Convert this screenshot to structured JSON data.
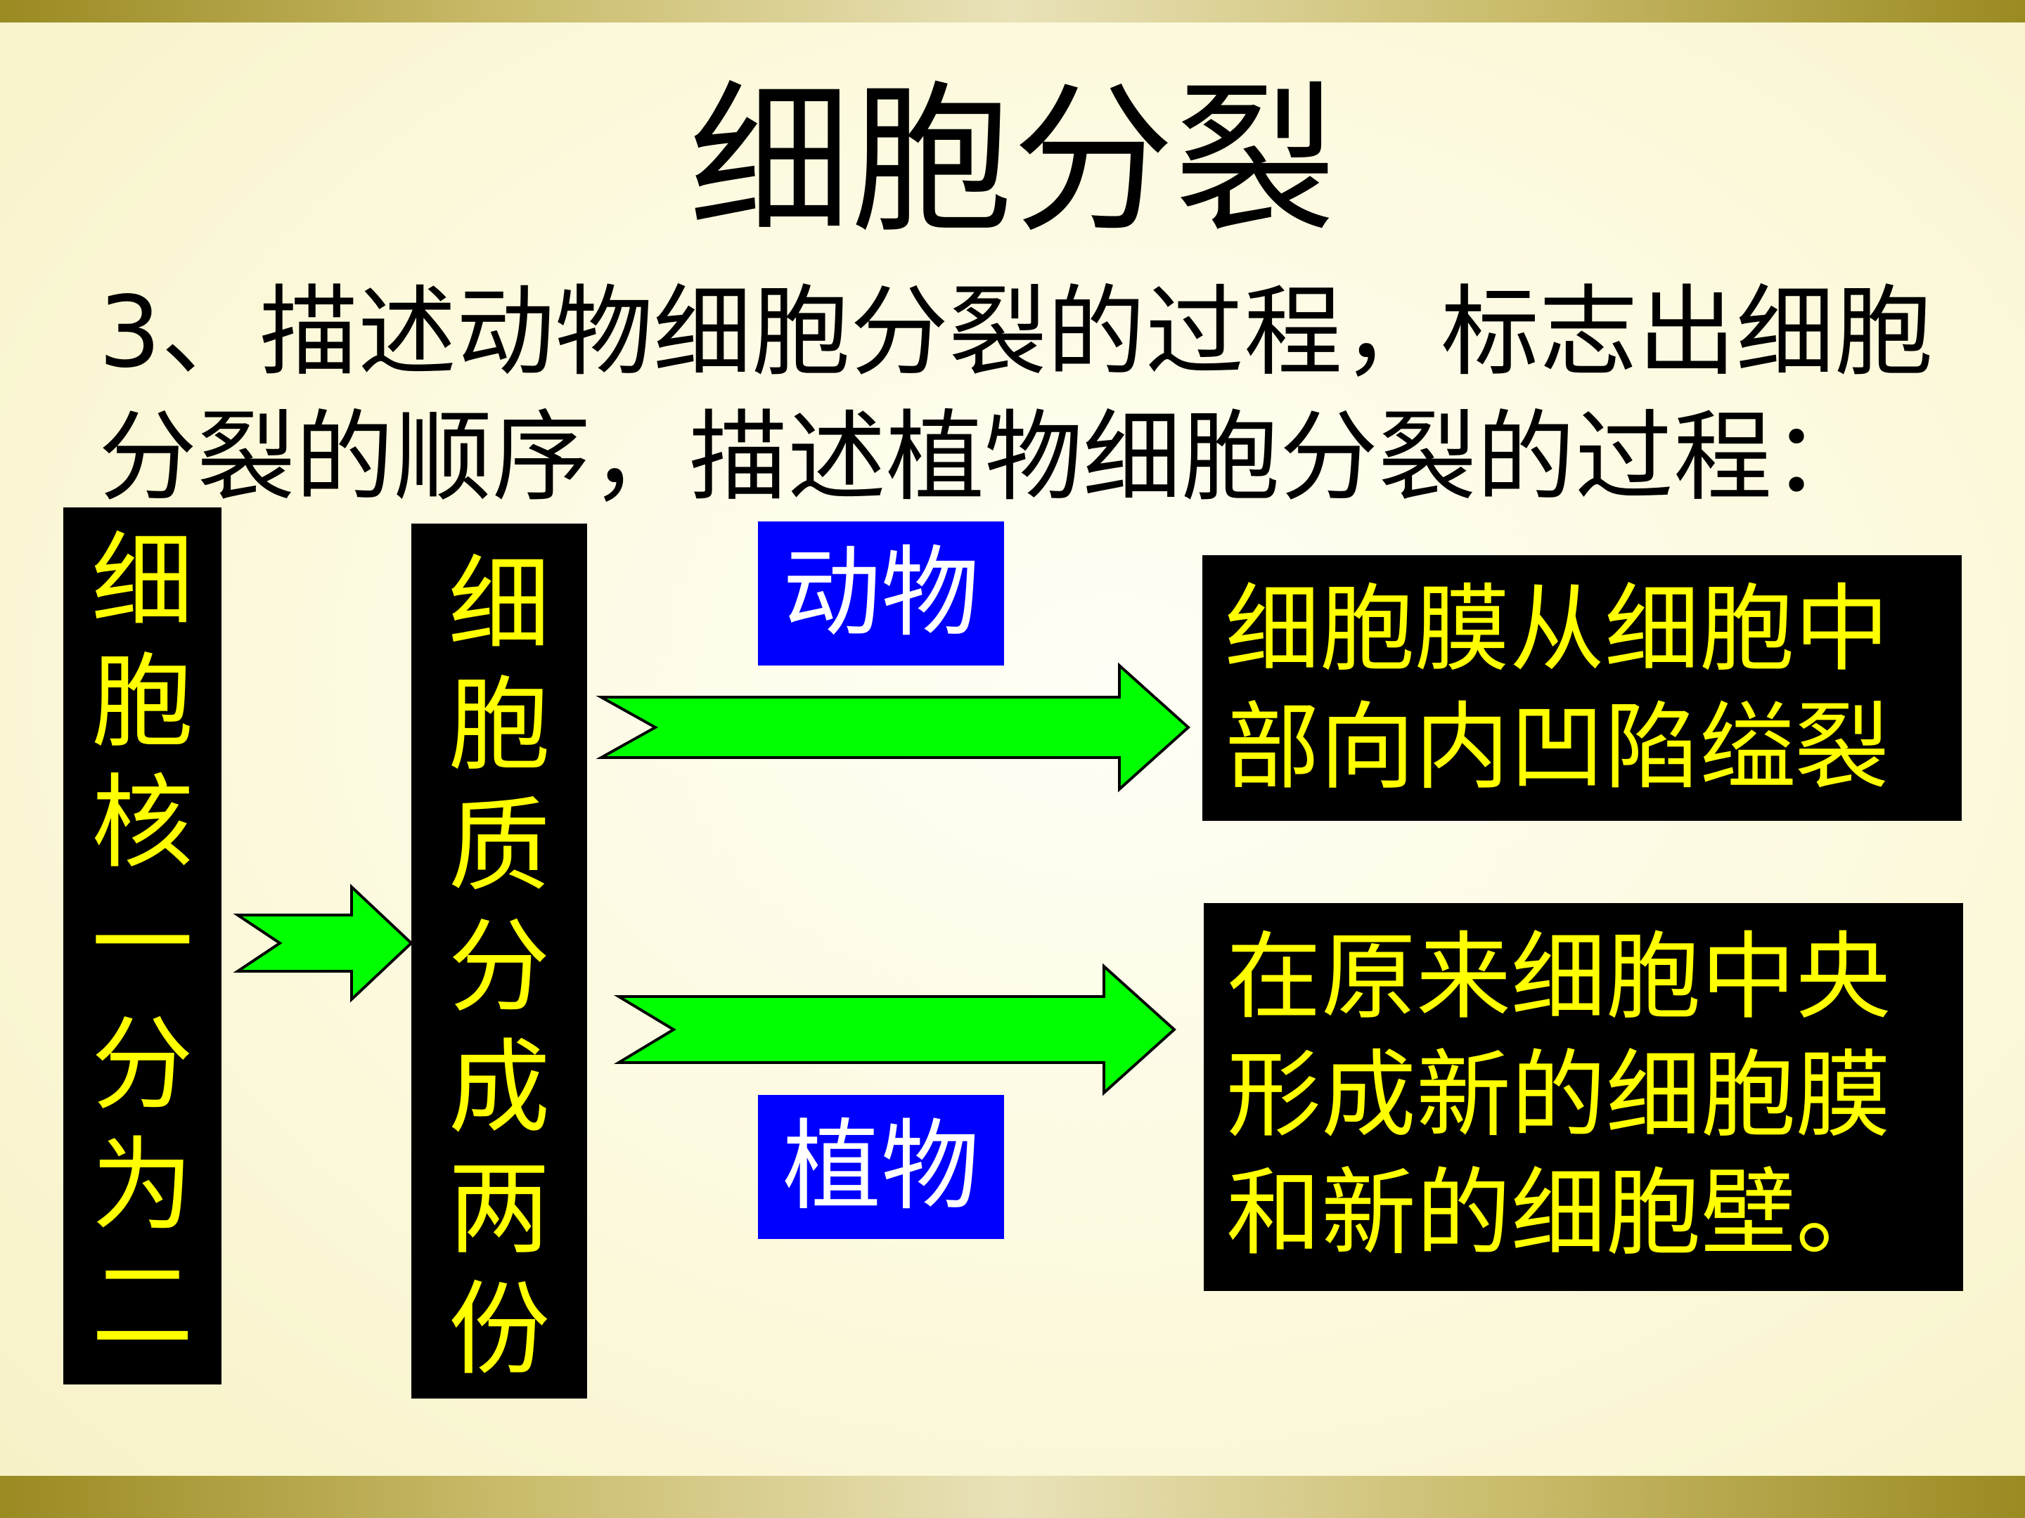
{
  "slide": {
    "title": "细胞分裂",
    "question": "3、描述动物细胞分裂的过程，标志出细胞分裂的顺序，描述植物细胞分裂的过程："
  },
  "diagram": {
    "nucleus_step": "细胞核一分为二",
    "cytoplasm_step": "细胞质分成两份",
    "animal_label": "动物",
    "plant_label": "植物",
    "animal_result": "细胞膜从细胞中部向内凹陷缢裂",
    "plant_result": "在原来细胞中央形成新的细胞膜和新的细胞壁。"
  },
  "colors": {
    "box_background": "#000000",
    "box_text": "#ffff00",
    "label_background": "#0000ff",
    "label_text": "#ffffff",
    "arrow_fill": "#00ff00"
  }
}
